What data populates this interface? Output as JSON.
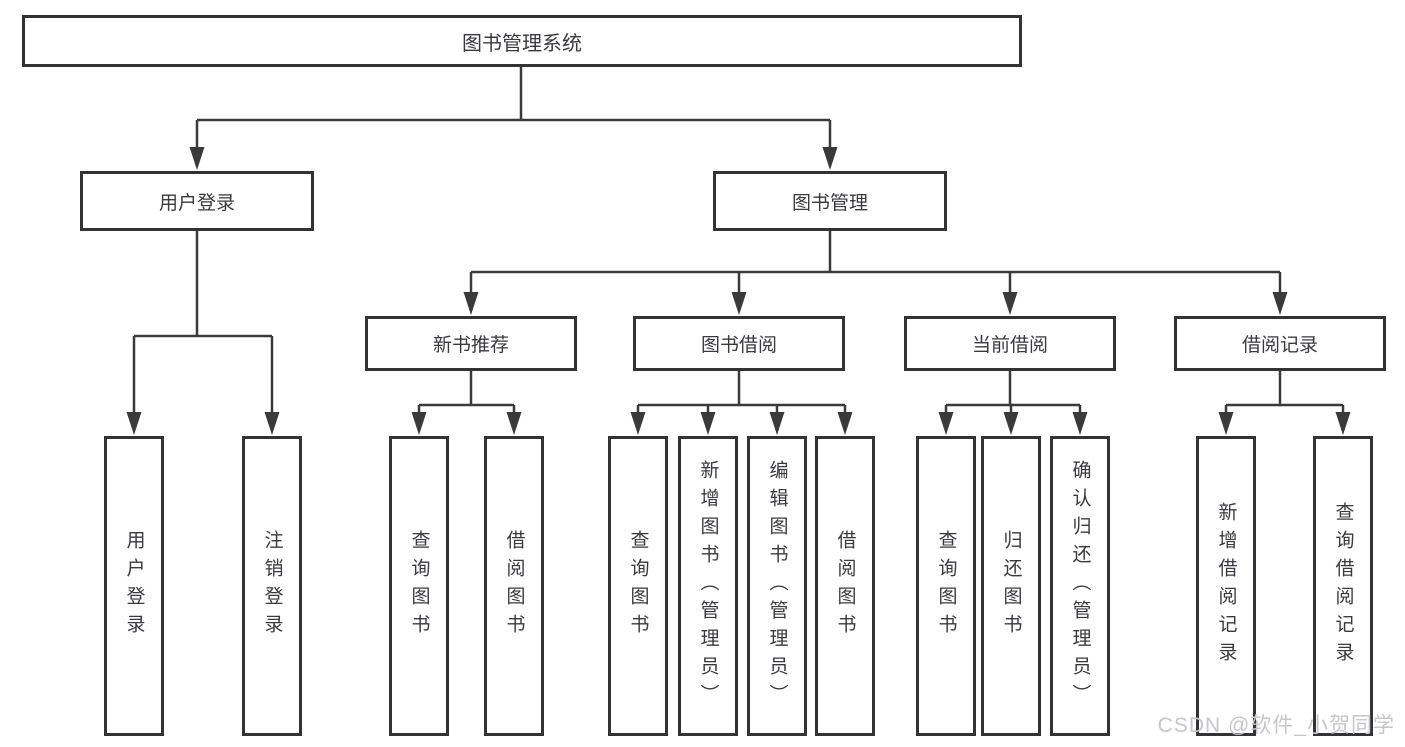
{
  "tree": {
    "label": "图书管理系统",
    "children": [
      {
        "label": "用户登录",
        "children": [
          {
            "label": "用户登录"
          },
          {
            "label": "注销登录"
          }
        ]
      },
      {
        "label": "图书管理",
        "children": [
          {
            "label": "新书推荐",
            "children": [
              {
                "label": "查询图书"
              },
              {
                "label": "借阅图书"
              }
            ]
          },
          {
            "label": "图书借阅",
            "children": [
              {
                "label": "查询图书"
              },
              {
                "label": "新增图书（管理员）"
              },
              {
                "label": "编辑图书（管理员）"
              },
              {
                "label": "借阅图书"
              }
            ]
          },
          {
            "label": "当前借阅",
            "children": [
              {
                "label": "查询图书"
              },
              {
                "label": "归还图书"
              },
              {
                "label": "确认归还（管理员）"
              }
            ]
          },
          {
            "label": "借阅记录",
            "children": [
              {
                "label": "新增借阅记录"
              },
              {
                "label": "查询借阅记录"
              }
            ]
          }
        ]
      }
    ]
  },
  "watermark": "CSDN @软件_小贺同学",
  "colors": {
    "box_border": "#333336",
    "connector": "#3a3a3a",
    "text": "#3a3a3e",
    "watermark_text": "#c6c6ca",
    "background": "#ffffff"
  }
}
